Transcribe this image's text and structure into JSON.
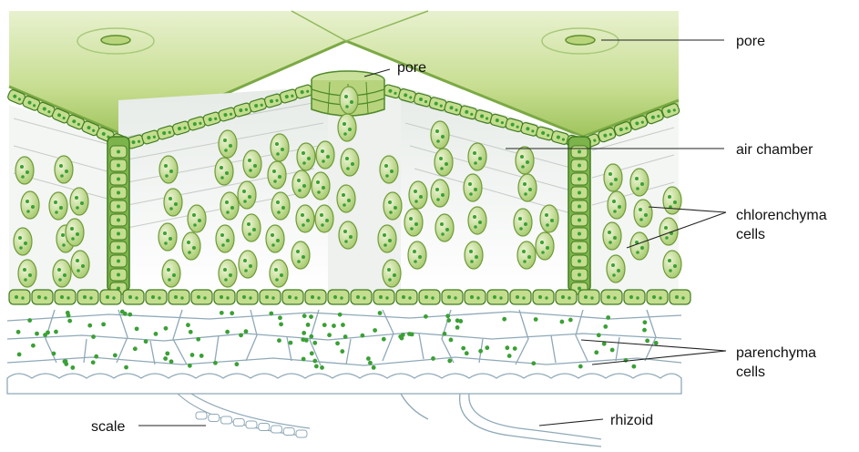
{
  "labels": {
    "pore_top": "pore",
    "pore_mid": "pore",
    "air_chamber": "air chamber",
    "chlorenchyma_line1": "chlorenchyma",
    "chlorenchyma_line2": "cells",
    "parenchyma_line1": "parenchyma",
    "parenchyma_line2": "cells",
    "scale": "scale",
    "rhizoid": "rhizoid"
  },
  "colors": {
    "epidermis_green": "#c4dd8e",
    "cell_green": "#7cb34a",
    "cell_outline": "#3f7d1f",
    "chloroplast": "#3aa035",
    "wall_line": "#8fa9b8",
    "leader_line": "#222222"
  }
}
